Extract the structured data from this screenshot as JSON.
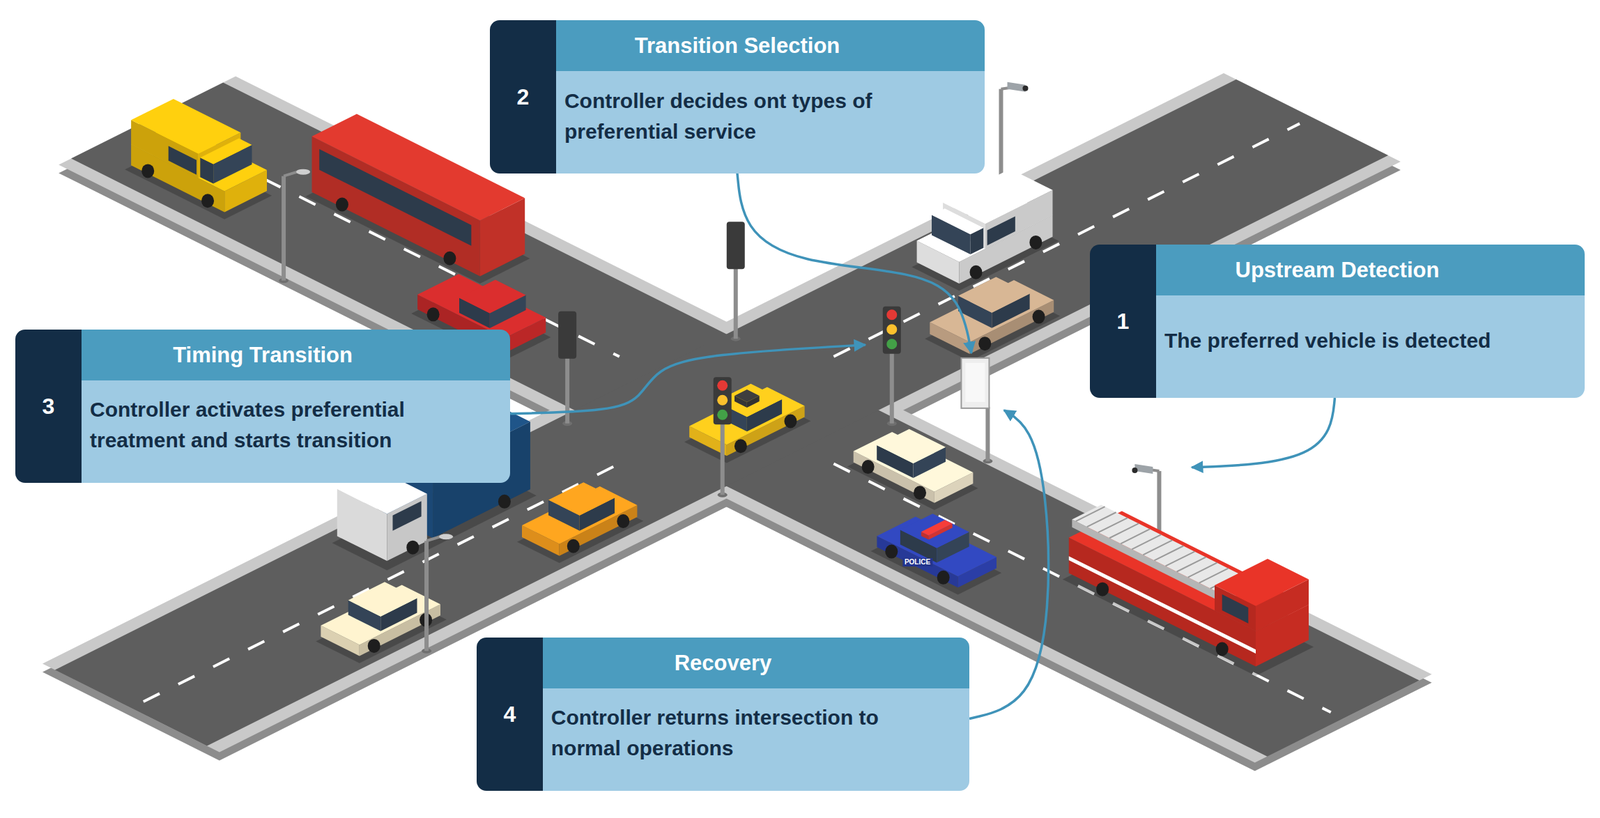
{
  "diagram": {
    "nodes": [
      {
        "text": [
          "1",
          "Upstream Detection",
          "The preferred vehicle is detected"
        ]
      },
      {
        "text": [
          "2",
          "Transition Selection",
          "Controller decides ont types of preferential service"
        ]
      },
      {
        "text": [
          "3",
          "Timing Transition",
          "Controller activates preferential treatment and starts transition"
        ]
      },
      {
        "text": [
          "4",
          "Recovery",
          "Controller returns intersection to normal operations"
        ]
      }
    ],
    "labels": [
      "POLICE"
    ]
  }
}
